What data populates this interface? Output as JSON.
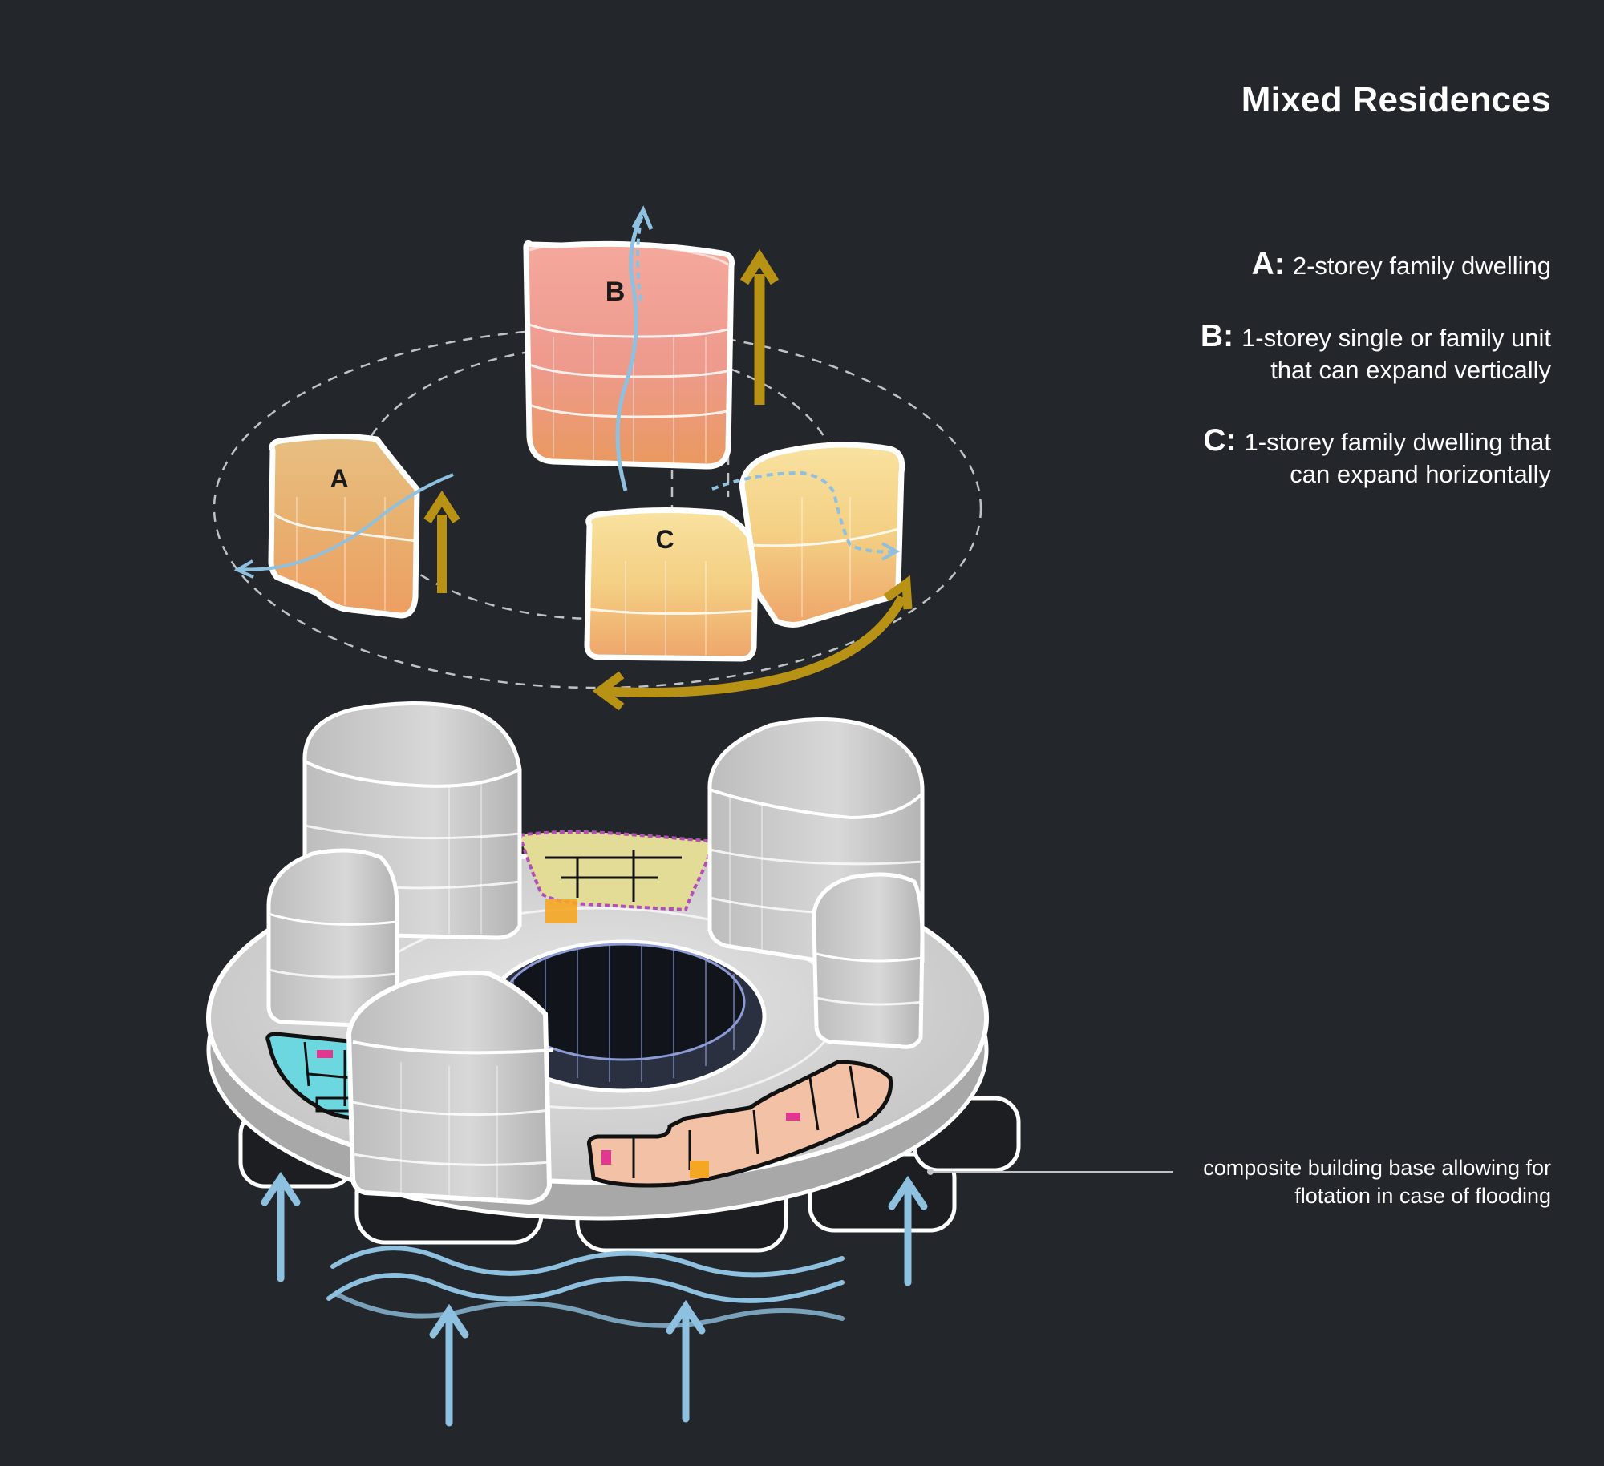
{
  "title": "Mixed Residences",
  "legend": [
    {
      "key": "A:",
      "lines": [
        "2-storey family dwelling"
      ]
    },
    {
      "key": "B:",
      "lines": [
        "1-storey single or family unit",
        "that can expand vertically"
      ]
    },
    {
      "key": "C:",
      "lines": [
        "1-storey family dwelling that",
        "can expand horizontally"
      ]
    }
  ],
  "module_labels": {
    "a": "A",
    "b": "B",
    "c": "C"
  },
  "callout": {
    "lines": [
      "composite building base allowing for",
      "flotation in case of flooding"
    ]
  },
  "colors": {
    "background": "#23262b",
    "unit_b_top": "#f2a196",
    "unit_b_bottom": "#eb9a6a",
    "unit_a_top": "#e9ba7c",
    "unit_a_bottom": "#eea36a",
    "unit_c_top": "#f7dc94",
    "unit_c_bottom": "#eea56c",
    "growth_arrow": "#b89214",
    "water_flow": "#8ec0df",
    "building": "#c9c9c9"
  }
}
